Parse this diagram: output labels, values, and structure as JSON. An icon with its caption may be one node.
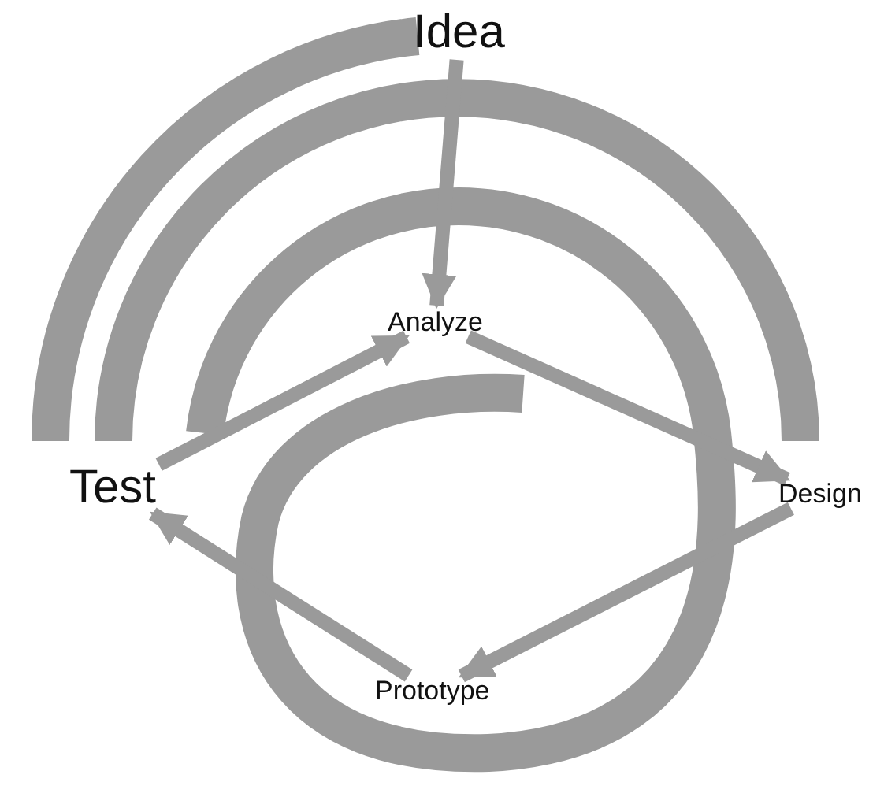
{
  "diagram": {
    "nodes": [
      {
        "text": [
          "Idea"
        ]
      },
      {
        "text": [
          "Analyze"
        ]
      },
      {
        "text": [
          "Design"
        ]
      },
      {
        "text": [
          "Prototype"
        ]
      },
      {
        "text": [
          "Test"
        ]
      }
    ],
    "edges": [
      {
        "from": 0,
        "to": 1,
        "arrow": "to"
      },
      {
        "from": 1,
        "to": 2,
        "arrow": "to"
      },
      {
        "from": 2,
        "to": 3,
        "arrow": "to"
      },
      {
        "from": 3,
        "to": 4,
        "arrow": "to"
      },
      {
        "from": 4,
        "to": 1,
        "arrow": "to"
      }
    ]
  }
}
